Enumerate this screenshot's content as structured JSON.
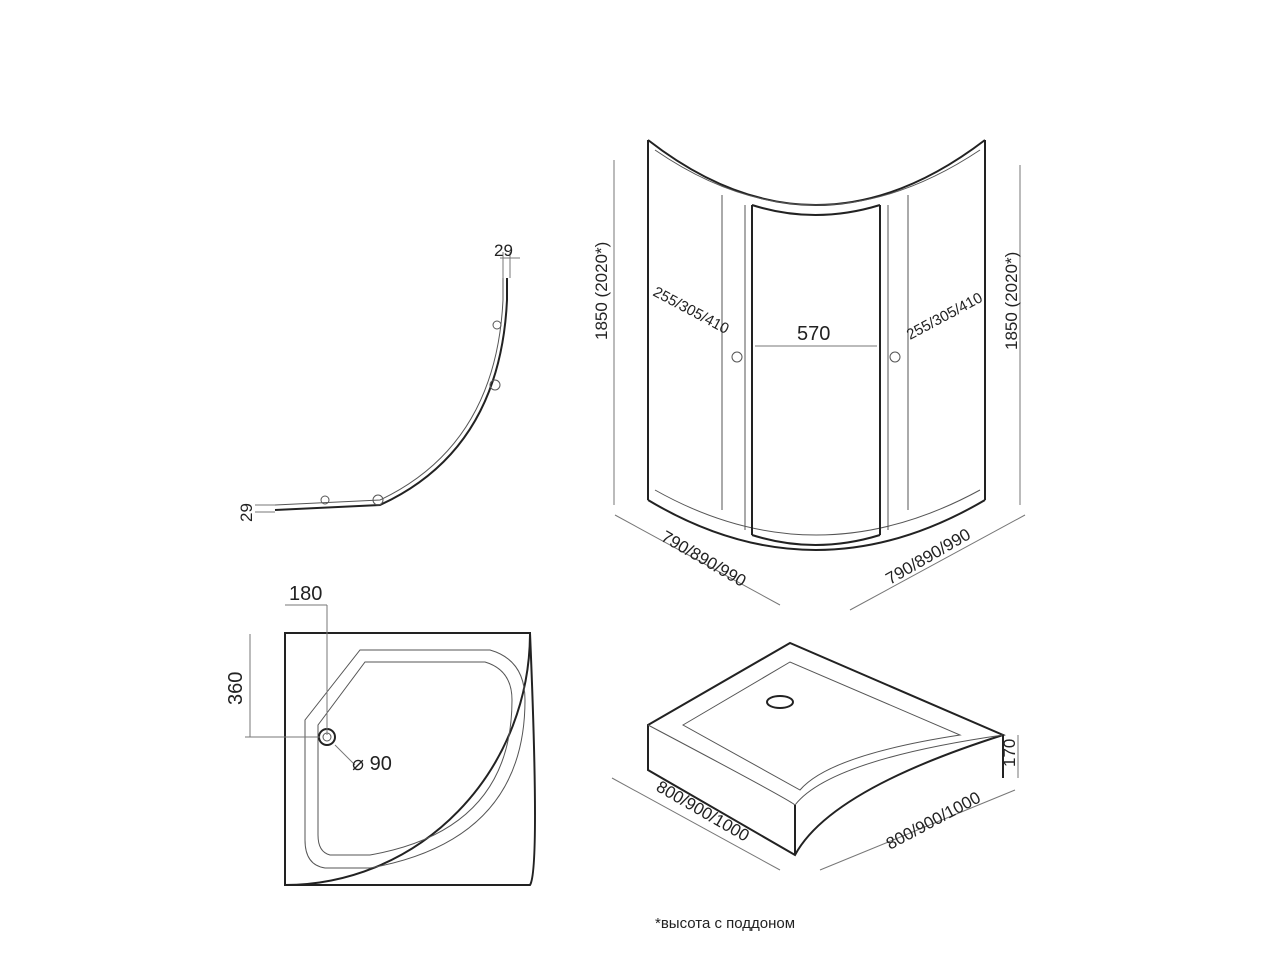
{
  "plan_view": {
    "top_width": "29",
    "side_width": "29"
  },
  "enclosure": {
    "height_left": "1850  (2020*)",
    "height_right": "1850  (2020*)",
    "door_left": "255/305/410",
    "door_right": "255/305/410",
    "entrance": "570",
    "width_left": "790/890/990",
    "width_right": "790/890/990"
  },
  "tray_top": {
    "offset_x": "180",
    "offset_y": "360",
    "drain": "⌀ 90"
  },
  "tray_iso": {
    "height": "170",
    "width_left": "800/900/1000",
    "width_right": "800/900/1000"
  },
  "footnote": "*высота с поддоном"
}
